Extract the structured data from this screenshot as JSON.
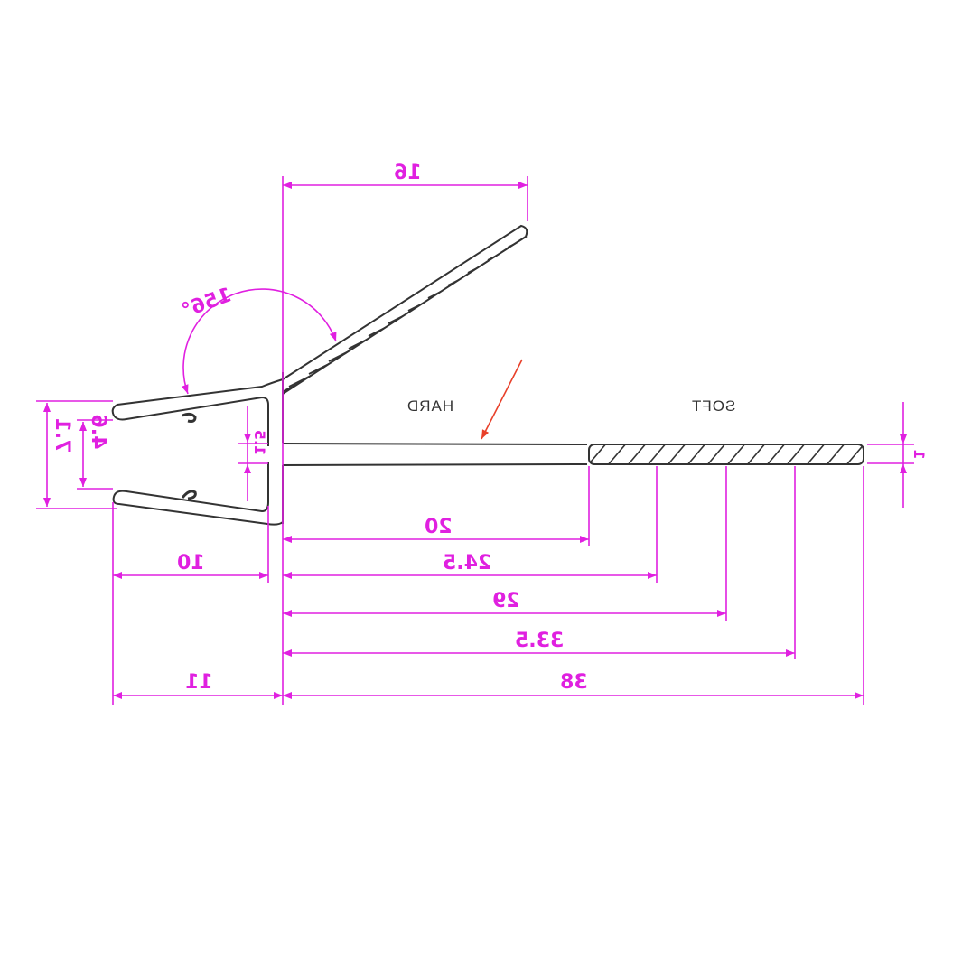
{
  "drawing": {
    "title": "Seal profile technical drawing (mirrored)",
    "colors": {
      "dimension": "#e020e0",
      "outline": "#333333",
      "arrow": "#e8402a",
      "background": "#ffffff"
    },
    "labels": {
      "hard": "HARD",
      "soft": "SOFT"
    },
    "dimensions": {
      "fin_width": "16",
      "fin_angle": "156°",
      "clamp_outer_height": "7.1",
      "clamp_inner_height": "4.6",
      "slot_gap": "1.5",
      "tail_thickness": "1",
      "clamp_depth_inner": "10",
      "clamp_depth_outer": "11",
      "cut_20": "20",
      "cut_24_5": "24.5",
      "cut_29": "29",
      "cut_33_5": "33.5",
      "overall_38": "38"
    }
  }
}
